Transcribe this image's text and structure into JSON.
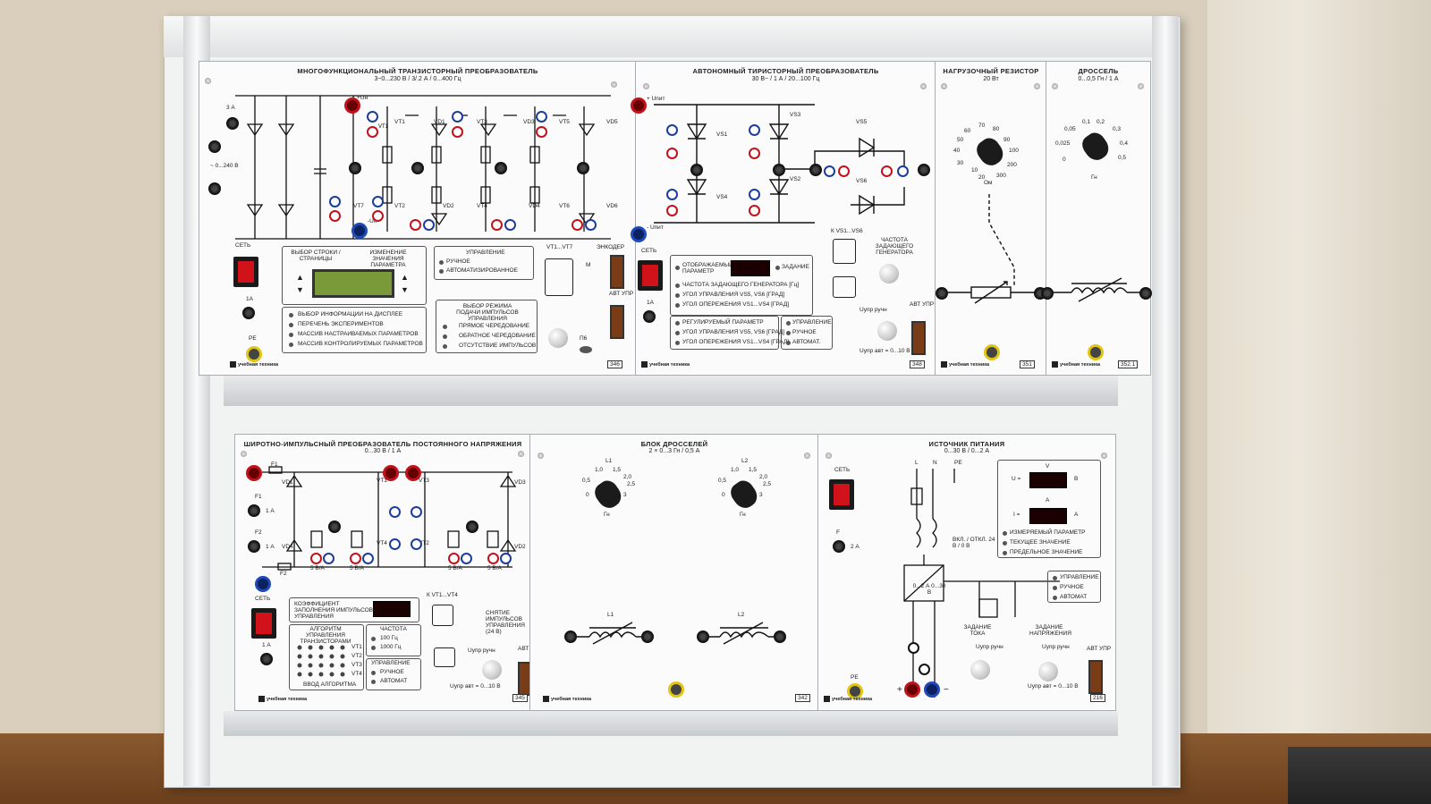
{
  "panels": {
    "p346": {
      "title": "МНОГОФУНКЦИОНАЛЬНЫЙ ТРАНЗИСТОРНЫЙ ПРЕОБРАЗОВАТЕЛЬ",
      "subtitle": "3~0...230 В / 3/.2 А / 0...400 Гц",
      "num": "346",
      "fuse": "3 А",
      "input": "~ 0...240 В",
      "ud_plus": "+Uн",
      "ud_minus": "-Uн",
      "transistors": [
        "VT1",
        "VT2",
        "VT3",
        "VT4",
        "VT5",
        "VT6",
        "VT7"
      ],
      "diodes": [
        "VD1",
        "VD2",
        "VD3",
        "VD4",
        "VD5",
        "VD6"
      ],
      "net": "СЕТЬ",
      "fuse2": "1А",
      "pe": "PE",
      "select_row": "ВЫБОР СТРОКИ / СТРАНИЦЫ",
      "change_param": "ИЗМЕНЕНИЕ ЗНАЧЕНИЯ ПАРАМЕТРА",
      "control": "УПРАВЛЕНИЕ",
      "manual": "РУЧНОЕ",
      "auto": "АВТОМАТИЗИРОВАННОЕ",
      "menu": [
        "ВЫБОР ИНФОРМАЦИИ НА ДИСПЛЕЕ",
        "ПЕРЕЧЕНЬ ЭКСПЕРИМЕНТОВ",
        "МАССИВ НАСТРАИВАЕМЫХ ПАРАМЕТРОВ",
        "МАССИВ КОНТРОЛИРУЕМЫХ ПАРАМЕТРОВ"
      ],
      "pulse_mode": "ВЫБОР РЕЖИМА ПОДАЧИ ИМПУЛЬСОВ УПРАВЛЕНИЯ",
      "pulse_opts": [
        "ПРЯМОЕ ЧЕРЕДОВАНИЕ",
        "ОБРАТНОЕ ЧЕРЕДОВАНИЕ",
        "ОТСУТСТВИЕ ИМПУЛЬСОВ"
      ],
      "vt_range": "VT1...VT7",
      "encoder": "ЭНКОДЕР",
      "avt_upr": "АВТ УПР",
      "m": "M",
      "p6": "П6",
      "logo": "учебная техника"
    },
    "p348": {
      "title": "АВТОНОМНЫЙ ТИРИСТОРНЫЙ ПРЕОБРАЗОВАТЕЛЬ",
      "subtitle": "30 В~ / 1 А / 20...100 Гц",
      "num": "348",
      "u_pit_plus": "+ Uпит",
      "u_pit_minus": "- Uпит",
      "thyristors": [
        "VS1",
        "VS2",
        "VS3",
        "VS4",
        "VS5",
        "VS6"
      ],
      "net": "СЕТЬ",
      "fuse": "1А",
      "display_param": "ОТОБРАЖАЕМЫЙ ПАРАМЕТР",
      "task": "ЗАДАНИЕ",
      "list1": [
        "ЧАСТОТА ЗАДАЮЩЕГО ГЕНЕРАТОРА [Гц]",
        "УГОЛ УПРАВЛЕНИЯ VS5, VS6 [ГРАД]",
        "УГОЛ ОПЕРЕЖЕНИЯ VS1...VS4 [ГРАД]"
      ],
      "adjust": "РЕГУЛИРУЕМЫЙ ПАРАМЕТР",
      "list2": [
        "УГОЛ УПРАВЛЕНИЯ VS5, VS6 [ГРАД]",
        "УГОЛ ОПЕРЕЖЕНИЯ VS1...VS4 [ГРАД]"
      ],
      "control": "УПРАВЛЕНИЕ",
      "manual": "РУЧНОЕ",
      "auto": "АВТОМАТ.",
      "k_vs": "К VS1...VS6",
      "freq_gen": "ЧАСТОТА ЗАДАЮЩЕГО ГЕНЕРАТОРА",
      "uupr_ruchn": "Uупр ручн",
      "uupr_avt": "Uупр авт = 0...10 В",
      "avt_upr": "АВТ УПР",
      "display_value": "",
      "logo": "учебная техника"
    },
    "p351": {
      "title": "НАГРУЗОЧНЫЙ РЕЗИСТОР",
      "subtitle": "20 Вт",
      "num": "351",
      "scale": [
        "10",
        "20",
        "30",
        "40",
        "50",
        "60",
        "70",
        "80",
        "90",
        "100",
        "200",
        "300"
      ],
      "unit": "Ом",
      "logo": "учебная техника"
    },
    "p3521": {
      "title": "ДРОССЕЛЬ",
      "subtitle": "0...0,5 Гн / 1 А",
      "num": "352.1",
      "scale": [
        "0",
        "0,025",
        "0,05",
        "0,1",
        "0,2",
        "0,3",
        "0,4",
        "0,5"
      ],
      "unit": "Гн",
      "logo": "учебная техника"
    },
    "p345": {
      "title": "ШИРОТНО-ИМПУЛЬСНЫЙ ПРЕОБРАЗОВАТЕЛЬ ПОСТОЯННОГО НАПРЯЖЕНИЯ",
      "subtitle": "0...30 В / 1 А",
      "num": "345",
      "fuses": [
        "F1",
        "F2",
        "F1",
        "F2"
      ],
      "fuse_val": "1 А",
      "transistors": [
        "VT1",
        "VT2",
        "VT3",
        "VT4"
      ],
      "diodes": [
        "VD1",
        "VD2",
        "VD3",
        "VD4"
      ],
      "current": "5 В/А",
      "net": "СЕТЬ",
      "fuse": "1 А",
      "duty": "КОЭФФИЦИЕНТ ЗАПОЛНЕНИЯ ИМПУЛЬСОВ УПРАВЛЕНИЯ",
      "k_vt": "К VT1...VT4",
      "remove": "СНЯТИЕ ИМПУЛЬСОВ УПРАВЛЕНИЯ (24 В)",
      "algo": "АЛГОРИТМ УПРАВЛЕНИЯ ТРАНЗИСТОРАМИ",
      "algo_input": "ВВОД АЛГОРИТМА",
      "freq": "ЧАСТОТА",
      "freqs": [
        "100 Гц",
        "1000 Гц"
      ],
      "control": "УПРАВЛЕНИЕ",
      "manual": "РУЧНОЕ",
      "auto": "АВТОМАТ",
      "uupr_ruchn": "Uупр ручн",
      "uupr_avt": "Uупр авт = 0...10 В",
      "avt_upr": "АВТ УПР",
      "logo": "учебная техника"
    },
    "p342": {
      "title": "БЛОК ДРОССЕЛЕЙ",
      "subtitle": "2 × 0...3 Гн / 0,5 А",
      "num": "342",
      "l1": "L1",
      "l2": "L2",
      "scale": [
        "0",
        "0,5",
        "1,0",
        "1,5",
        "2,0",
        "2,5",
        "3"
      ],
      "unit": "Гн",
      "logo": "учебная техника"
    },
    "p216": {
      "title": "ИСТОЧНИК ПИТАНИЯ",
      "subtitle": "0...30 В / 0...2 А",
      "num": "216",
      "net": "СЕТЬ",
      "l": "L",
      "n": "N",
      "pe": "PE",
      "fuse": "2 А",
      "f": "F",
      "v_label": "V",
      "a_label": "A",
      "u_eq": "U =",
      "i_eq": "I =",
      "v_unit": "В",
      "a_unit": "А",
      "measured": "ИЗМЕРЯЕМЫЙ ПАРАМЕТР",
      "current_val": "ТЕКУЩЕЕ ЗНАЧЕНИЕ",
      "limit_val": "ПРЕДЕЛЬНОЕ ЗНАЧЕНИЕ",
      "on_off": "ВКЛ. / ОТКЛ. 24 В / 0 В",
      "converter": "0...2 А 0...30 В",
      "control": "УПРАВЛЕНИЕ",
      "manual": "РУЧНОЕ",
      "auto": "АВТОМАТ",
      "task_current": "ЗАДАНИЕ ТОКА",
      "task_voltage": "ЗАДАНИЕ НАПРЯЖЕНИЯ",
      "uupr_ruchn": "Uупр ручн",
      "uupr_avt": "Uупр авт = 0...10 В",
      "avt_upr": "АВТ УПР",
      "plus": "+",
      "minus": "−",
      "logo": "учебная техника"
    }
  },
  "colors": {
    "red_jack": "#c1121c",
    "blue_jack": "#1d3d9c",
    "yellow_jack": "#e0c512",
    "power_switch": "#d2121a",
    "seg_display": "#ff3030",
    "lcd": "#7a9a3a"
  }
}
